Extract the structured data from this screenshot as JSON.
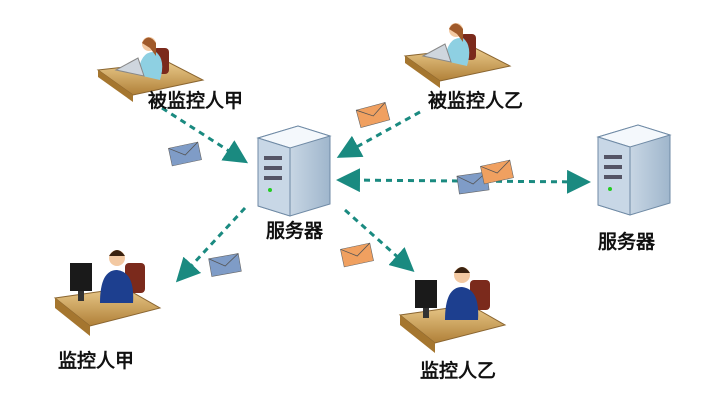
{
  "nodes": {
    "monitored_a": {
      "label": "被监控人甲"
    },
    "monitored_b": {
      "label": "被监控人乙"
    },
    "server_center": {
      "label": "服务器"
    },
    "server_right": {
      "label": "服务器"
    },
    "monitor_a": {
      "label": "监控人甲"
    },
    "monitor_b": {
      "label": "监控人乙"
    }
  },
  "colors": {
    "arrow": "#1a8a80",
    "envelope_blue": "#7f9cc7",
    "envelope_orange": "#f0a060"
  }
}
